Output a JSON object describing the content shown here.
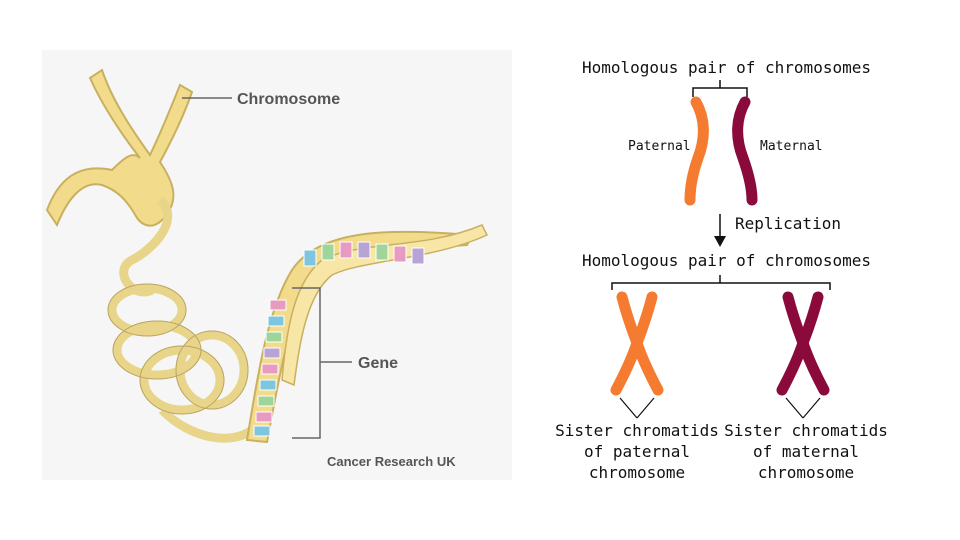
{
  "left_diagram": {
    "chromosome_label": "Chromosome",
    "gene_label": "Gene",
    "credit": "Cancer Research UK",
    "colors": {
      "chromosome": "#f2dc8c",
      "chromosome_edge": "#c8b060",
      "bases": [
        "#7ec6e0",
        "#e79ac2",
        "#9fd49a",
        "#b7a3d6"
      ]
    }
  },
  "right_diagram": {
    "top_title": "Homologous pair of chromosomes",
    "paternal_label": "Paternal",
    "maternal_label": "Maternal",
    "replication_label": "Replication",
    "bottom_title": "Homologous pair of chromosomes",
    "paternal_caption": [
      "Sister chromatids",
      "of paternal",
      "chromosome"
    ],
    "maternal_caption": [
      "Sister chromatids",
      "of maternal",
      "chromosome"
    ],
    "colors": {
      "paternal": "#f47b2f",
      "maternal": "#8b0a3c"
    }
  }
}
